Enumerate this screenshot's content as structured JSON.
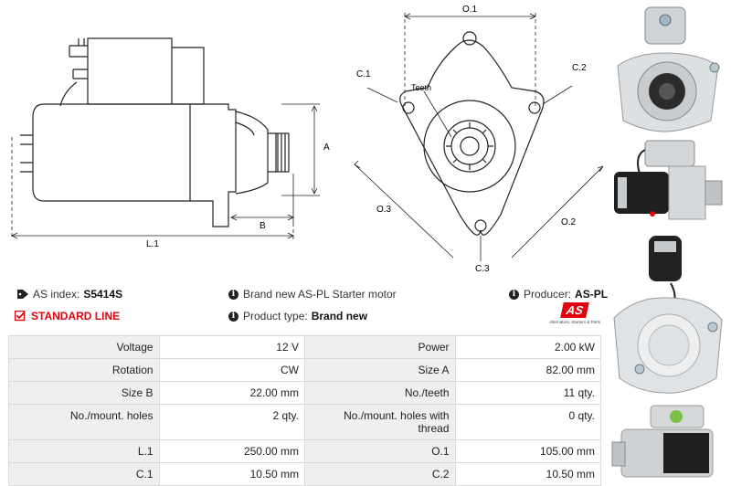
{
  "drawing": {
    "side_labels": {
      "A": "A",
      "B": "B",
      "L1": "L.1"
    },
    "front_labels": {
      "O1": "O.1",
      "C1": "C.1",
      "C2": "C.2",
      "C3": "C.3",
      "O2": "O.2",
      "O3": "O.3",
      "teeth": "Teeth"
    }
  },
  "info": {
    "as_index_label": "AS index:",
    "as_index_value": "S5414S",
    "standard_line": "STANDARD LINE",
    "description": "Brand new AS-PL Starter motor",
    "product_type_label": "Product type:",
    "product_type_value": "Brand new",
    "producer_label": "Producer:",
    "producer_value": "AS-PL",
    "logo_tagline": "Alternators, Starters & Parts",
    "logo_text": "AS"
  },
  "colors": {
    "brand_red": "#e3000f",
    "label_bg": "#efefef",
    "border": "#d9d9d9"
  },
  "specs": [
    {
      "l1": "Voltage",
      "v1": "12 V",
      "l2": "Power",
      "v2": "2.00 kW"
    },
    {
      "l1": "Rotation",
      "v1": "CW",
      "l2": "Size A",
      "v2": "82.00 mm"
    },
    {
      "l1": "Size B",
      "v1": "22.00 mm",
      "l2": "No./teeth",
      "v2": "11 qty."
    },
    {
      "l1": "No./mount. holes",
      "v1": "2 qty.",
      "l2": "No./mount. holes with thread",
      "v2": "0 qty."
    },
    {
      "l1": "L.1",
      "v1": "250.00 mm",
      "l2": "O.1",
      "v2": "105.00 mm"
    },
    {
      "l1": "C.1",
      "v1": "10.50 mm",
      "l2": "C.2",
      "v2": "10.50 mm"
    }
  ]
}
